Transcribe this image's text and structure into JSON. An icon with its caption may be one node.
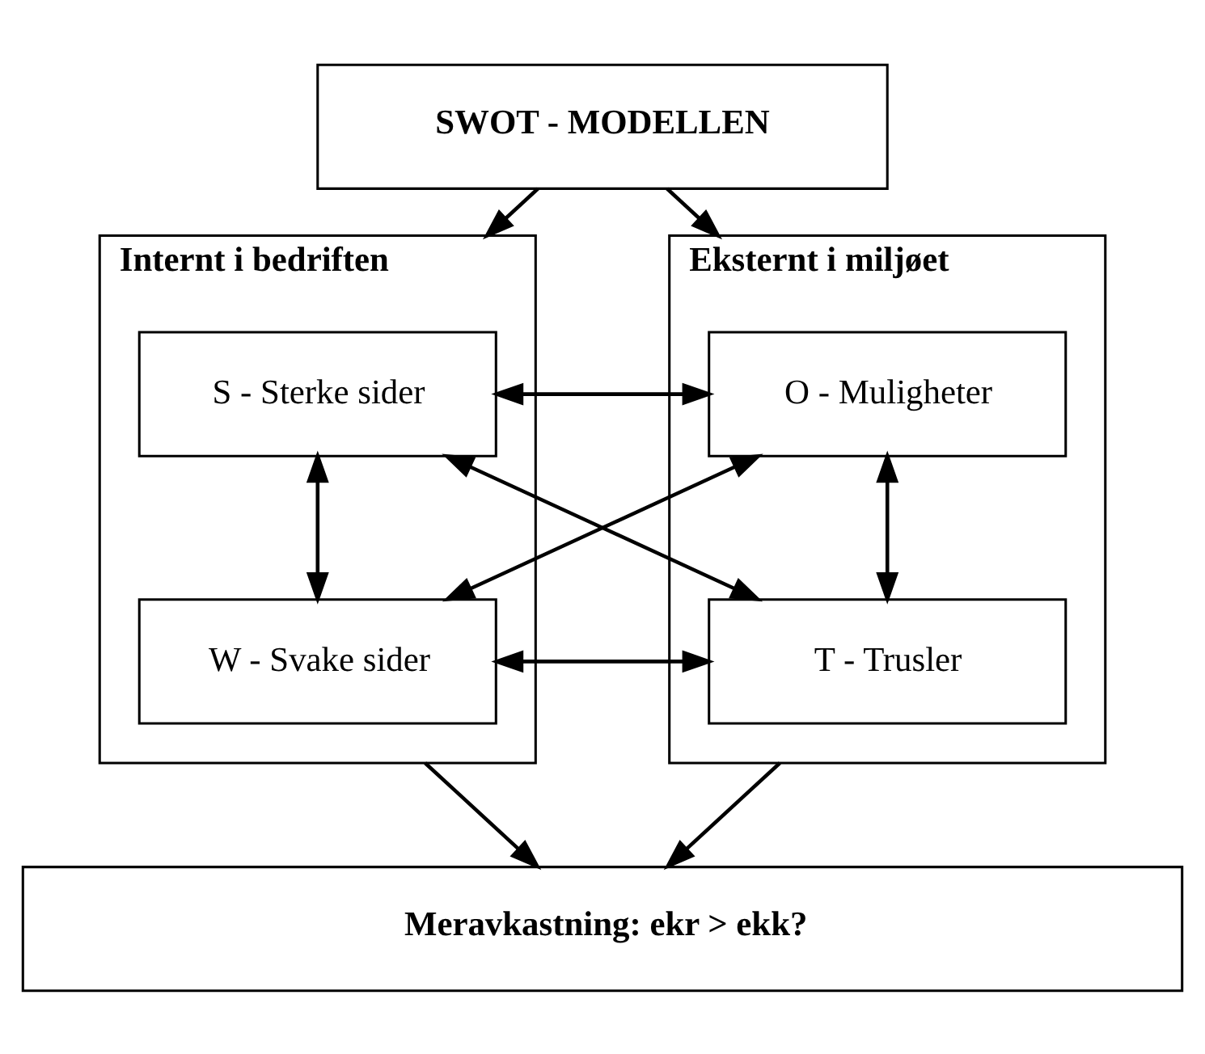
{
  "diagram": {
    "nodes": [
      {
        "text": [
          "SWOT - MODELLEN"
        ]
      },
      {
        "text": [
          "Internt i bedriften"
        ]
      },
      {
        "text": [
          "S - Sterke sider"
        ],
        "in": 1
      },
      {
        "text": [
          "W - Svake sider"
        ],
        "in": 1
      },
      {
        "text": [
          "Eksternt i miljøet"
        ]
      },
      {
        "text": [
          "O - Muligheter"
        ],
        "in": 4
      },
      {
        "text": [
          "T - Trusler"
        ],
        "in": 4
      },
      {
        "text": [
          "Meravkastning: ekr > ekk?"
        ]
      }
    ],
    "edges": [
      {
        "from": 0,
        "to": 1,
        "arrow": "to"
      },
      {
        "from": 0,
        "to": 4,
        "arrow": "to"
      },
      {
        "from": 2,
        "to": 5,
        "arrow": "both"
      },
      {
        "from": 2,
        "to": 3,
        "arrow": "both"
      },
      {
        "from": 5,
        "to": 6,
        "arrow": "both"
      },
      {
        "from": 2,
        "to": 6,
        "arrow": "both"
      },
      {
        "from": 5,
        "to": 3,
        "arrow": "both"
      },
      {
        "from": 3,
        "to": 6,
        "arrow": "both"
      },
      {
        "from": 1,
        "to": 7,
        "arrow": "to"
      },
      {
        "from": 4,
        "to": 7,
        "arrow": "to"
      }
    ]
  }
}
